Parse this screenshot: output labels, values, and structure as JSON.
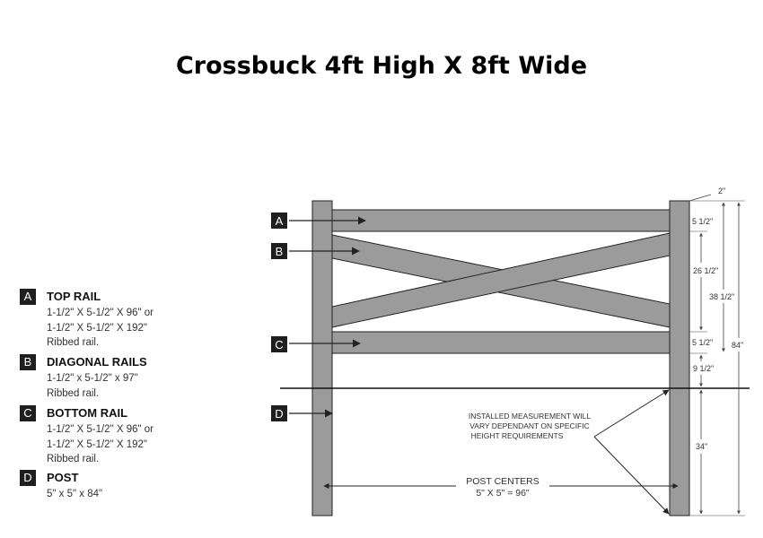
{
  "title": "Crossbuck 4ft High X 8ft Wide",
  "legend": [
    {
      "letter": "A",
      "title": "TOP RAIL",
      "lines": [
        "1-1/2\" X 5-1/2\" X 96\" or",
        "1-1/2\" X 5-1/2\" X 192\"",
        "Ribbed rail."
      ]
    },
    {
      "letter": "B",
      "title": "DIAGONAL RAILS",
      "lines": [
        "1-1/2\" x 5-1/2\" x 97\"",
        "Ribbed rail."
      ]
    },
    {
      "letter": "C",
      "title": "BOTTOM RAIL",
      "lines": [
        "1-1/2\" X 5-1/2\" X 96\" or",
        "1-1/2\" X 5-1/2\" X 192\"",
        "Ribbed rail."
      ]
    },
    {
      "letter": "D",
      "title": "POST",
      "lines": [
        "5\" x 5\" x 84\""
      ]
    }
  ],
  "diagram": {
    "callouts": [
      "A",
      "B",
      "C",
      "D"
    ],
    "dimensions": {
      "post_offset": "2\"",
      "top_rail": "5 1/2\"",
      "diagonal_span": "26 1/2\"",
      "rail_span": "38 1/2\"",
      "bottom_rail": "5 1/2\"",
      "rail_to_ground": "9 1/2\"",
      "below_ground": "34\"",
      "post_total": "84\""
    },
    "note": [
      "INSTALLED MEASUREMENT WILL",
      "VARY DEPENDANT ON SPECIFIC",
      "HEIGHT REQUIREMENTS"
    ],
    "post_centers": [
      "POST CENTERS",
      "5\" X 5\" = 96\""
    ]
  },
  "colors": {
    "wood": "#9b9b9b",
    "outline": "#222222",
    "badge": "#1f1f1f"
  }
}
